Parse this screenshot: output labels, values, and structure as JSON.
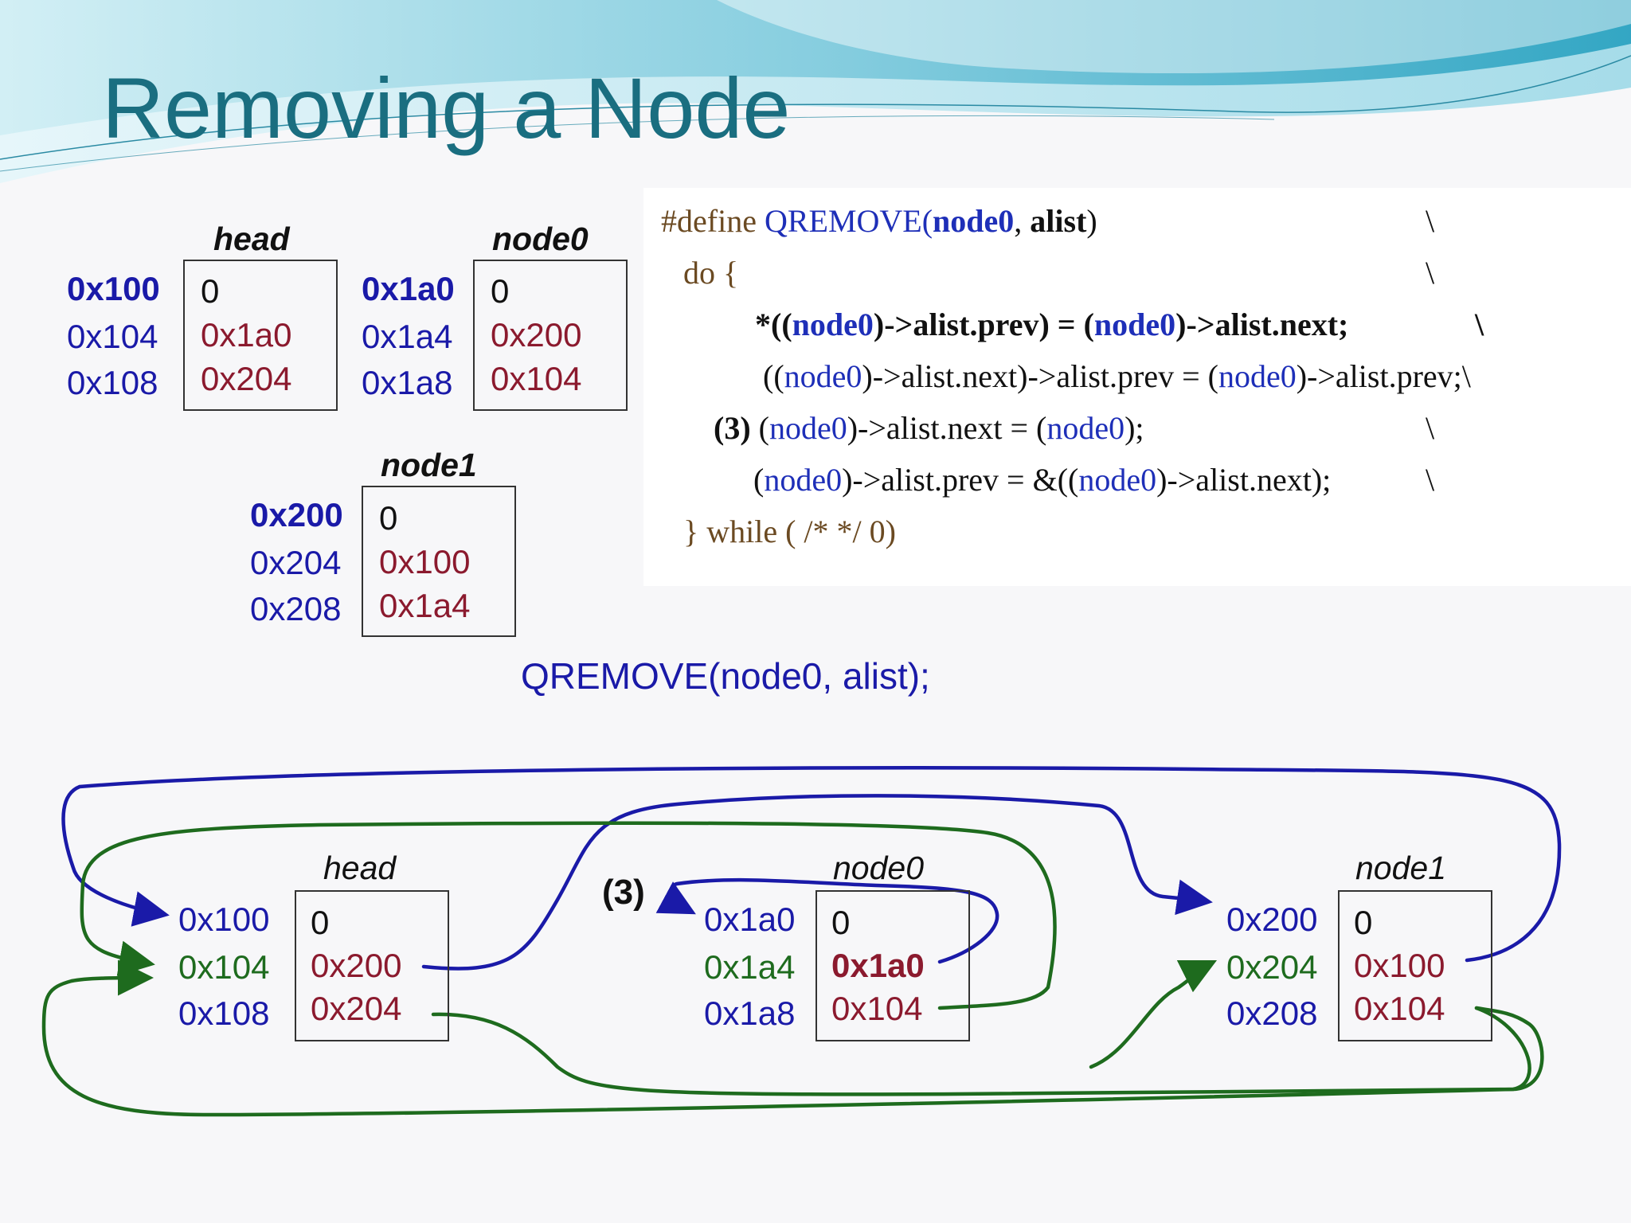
{
  "title": "Removing a Node",
  "top": {
    "head": {
      "label": "head",
      "addrs": [
        "0x100",
        "0x104",
        "0x108"
      ],
      "vals": [
        "0",
        "0x1a0",
        "0x204"
      ]
    },
    "node0": {
      "label": "node0",
      "addrs": [
        "0x1a0",
        "0x1a4",
        "0x1a8"
      ],
      "vals": [
        "0",
        "0x200",
        "0x104"
      ]
    },
    "node1": {
      "label": "node1",
      "addrs": [
        "0x200",
        "0x204",
        "0x208"
      ],
      "vals": [
        "0",
        "0x100",
        "0x1a4"
      ]
    }
  },
  "code": {
    "l1": {
      "a": "#define ",
      "b": "QREMOVE(",
      "c": "node0",
      "d": ", ",
      "e": "alist",
      "f": ")",
      "g": "\\"
    },
    "l2": {
      "a": "do {",
      "g": "\\"
    },
    "l3": {
      "a": "*((",
      "b": "node0",
      "c": ")->alist.prev) = (",
      "d": "node0",
      "e": ")->alist.next;",
      "g": "\\"
    },
    "l4": {
      "a": "((",
      "b": "node0",
      "c": ")->alist.next)->alist.prev = (",
      "d": "node0",
      "e": ")->alist.prev;\\"
    },
    "l5": {
      "a": "(3)",
      "b": " (",
      "c": "node0",
      "d": ")->alist.next = (",
      "e": "node0",
      "f": ");",
      "g": "\\"
    },
    "l6": {
      "a": "(",
      "b": "node0",
      "c": ")->alist.prev = &((",
      "d": "node0",
      "e": ")->alist.next); ",
      "g": "\\"
    },
    "l7": {
      "a": "} while ( /* */ 0)"
    }
  },
  "call": "QREMOVE(node0, alist);",
  "bottom": {
    "step": "(3)",
    "head": {
      "label": "head",
      "addrs": [
        "0x100",
        "0x104",
        "0x108"
      ],
      "vals": [
        "0",
        "0x200",
        "0x204"
      ]
    },
    "node0": {
      "label": "node0",
      "addrs": [
        "0x1a0",
        "0x1a4",
        "0x1a8"
      ],
      "vals": [
        "0",
        "0x1a0",
        "0x104"
      ]
    },
    "node1": {
      "label": "node1",
      "addrs": [
        "0x200",
        "0x204",
        "0x208"
      ],
      "vals": [
        "0",
        "0x100",
        "0x104"
      ]
    }
  },
  "colors": {
    "title": "#1a6e80",
    "address": "#1a1aa8",
    "value": "#8b1a2e",
    "next_arrow": "#1a1aa8",
    "prev_arrow": "#1e6b1e"
  }
}
